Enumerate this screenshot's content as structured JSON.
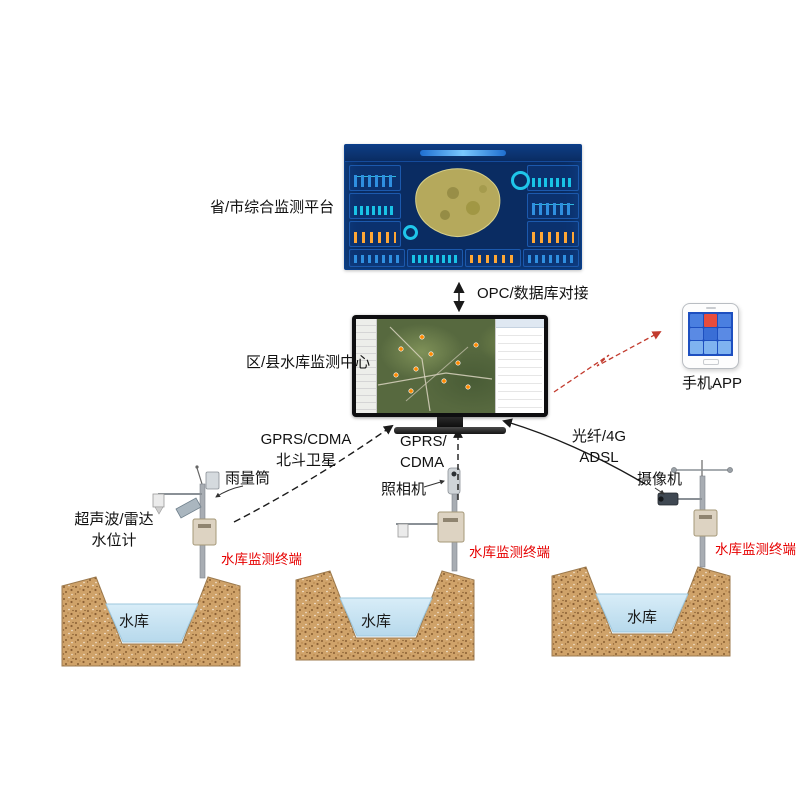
{
  "colors": {
    "terminal_label": "#e60000",
    "phone_link_arrow": "#c23b2e",
    "arrow": "#1a1a1a",
    "water": "#cfe8f5",
    "soil": "#cfa269",
    "dashboard_bg": "#0a2c62"
  },
  "nodes": {
    "platform_label": "省/市综合监测平台",
    "center_label": "区/县水库监测中心",
    "phone_label": "手机APP"
  },
  "links": {
    "opc_label": "OPC/数据库对接",
    "left_link_line1": "GPRS/CDMA",
    "left_link_line2": "北斗卫星",
    "mid_link_line1": "GPRS/",
    "mid_link_line2": "CDMA",
    "right_link_line1": "光纤/4G",
    "right_link_line2": "ADSL"
  },
  "stations": {
    "rain_gauge_label": "雨量筒",
    "level_gauge_line1": "超声波/雷达",
    "level_gauge_line2": "水位计",
    "camera_label": "照相机",
    "video_camera_label": "摄像机",
    "terminal_label": "水库监测终端",
    "reservoir_label": "水库"
  }
}
